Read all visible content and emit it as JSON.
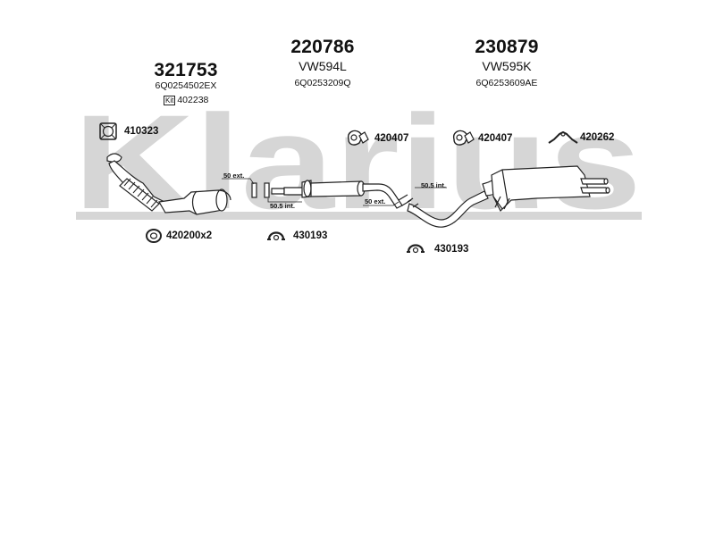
{
  "watermark": "Klarius",
  "sections": [
    {
      "part_number": "321753",
      "oem": "6Q0254502EX",
      "kit_label": "Kit",
      "kit_number": "402238"
    },
    {
      "part_number": "220786",
      "subtitle": "VW594L",
      "oem": "6Q0253209Q"
    },
    {
      "part_number": "230879",
      "subtitle": "VW595K",
      "oem": "6Q6253609AE"
    }
  ],
  "accessories": [
    {
      "code": "410323"
    },
    {
      "code": "420200x2"
    },
    {
      "code": "430193"
    },
    {
      "code": "420407"
    },
    {
      "code": "420407"
    },
    {
      "code": "430193"
    },
    {
      "code": "420262"
    }
  ],
  "dimensions": [
    {
      "label": "50 ext."
    },
    {
      "label": "50.5 int."
    },
    {
      "label": "50 ext."
    },
    {
      "label": "50.5 int."
    }
  ],
  "colors": {
    "watermark": "#d6d6d6",
    "line": "#222222"
  }
}
